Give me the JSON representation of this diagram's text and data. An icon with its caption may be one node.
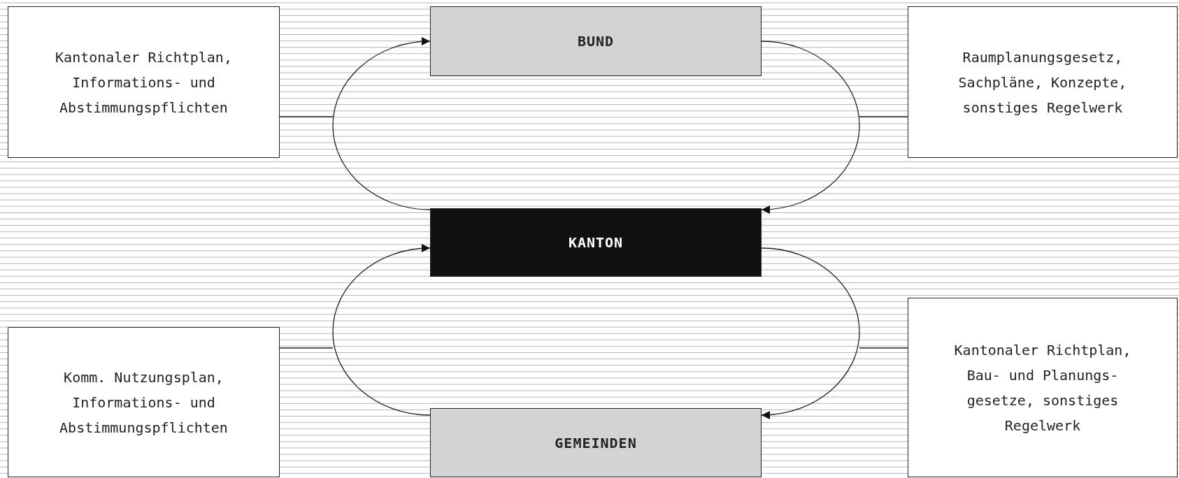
{
  "diagram": {
    "nodes": [
      {
        "text": [
          "Kantonaler Richtplan, Informations- und Abstimmungspflichten"
        ]
      },
      {
        "text": [
          "BUND"
        ]
      },
      {
        "text": [
          "Raumplanungsgesetz, Sachpläne, Konzepte, sonstiges Regelwerk"
        ]
      },
      {
        "text": [
          "KANTON"
        ]
      },
      {
        "text": [
          "Kantonaler Richtplan, Bau- und Planungs- gesetze, sonstiges Regelwerk"
        ]
      },
      {
        "text": [
          "Komm. Nutzungsplan, Informations- und Abstimmungspflichten"
        ]
      },
      {
        "text": [
          "GEMEINDEN"
        ]
      }
    ],
    "edges": [
      {
        "from": 3,
        "to": 1,
        "arrow": "to"
      },
      {
        "from": 1,
        "to": 3,
        "arrow": "to"
      },
      {
        "from": 6,
        "to": 3,
        "arrow": "to"
      },
      {
        "from": 3,
        "to": 6,
        "arrow": "to"
      },
      {
        "from": 0,
        "to": null,
        "arrow": "none"
      },
      {
        "from": 2,
        "to": null,
        "arrow": "none"
      },
      {
        "from": 5,
        "to": null,
        "arrow": "none"
      },
      {
        "from": 4,
        "to": null,
        "arrow": "none"
      }
    ]
  }
}
